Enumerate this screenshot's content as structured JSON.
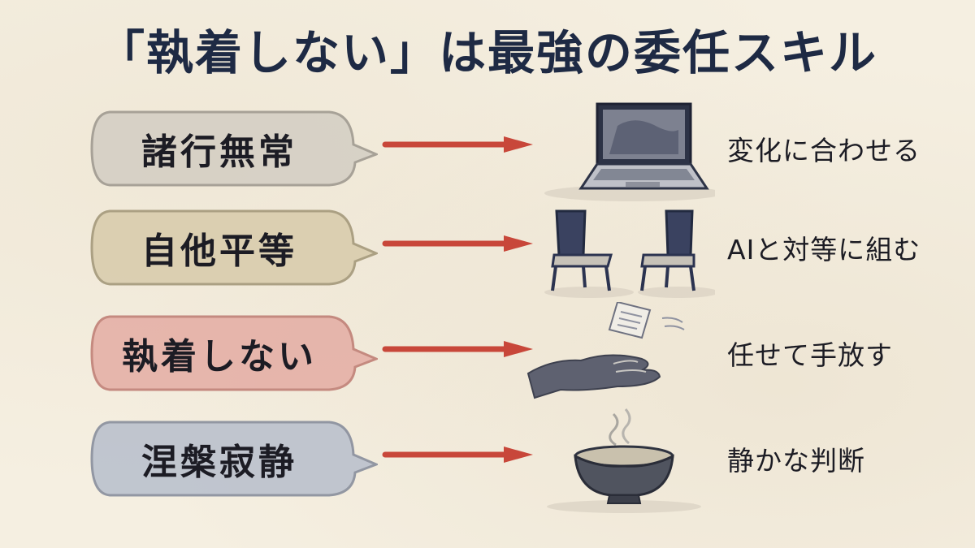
{
  "title": "「執着しない」は最強の委任スキル",
  "rows": [
    {
      "term": "諸行無常",
      "icon": "laptop-icon",
      "caption": "変化に合わせる",
      "bubble_color": "#cfcac0"
    },
    {
      "term": "自他平等",
      "icon": "chairs-icon",
      "caption": "AIと対等に組む",
      "bubble_color": "#d6c9a8"
    },
    {
      "term": "執着しない",
      "icon": "releasing-hand-icon",
      "caption": "任せて手放す",
      "bubble_color": "#e2a49c"
    },
    {
      "term": "涅槃寂静",
      "icon": "tea-bowl-icon",
      "caption": "静かな判断",
      "bubble_color": "#b4bccb"
    }
  ],
  "colors": {
    "title": "#1e2a44",
    "arrow": "#c8473a",
    "ink": "#1c1c24"
  }
}
